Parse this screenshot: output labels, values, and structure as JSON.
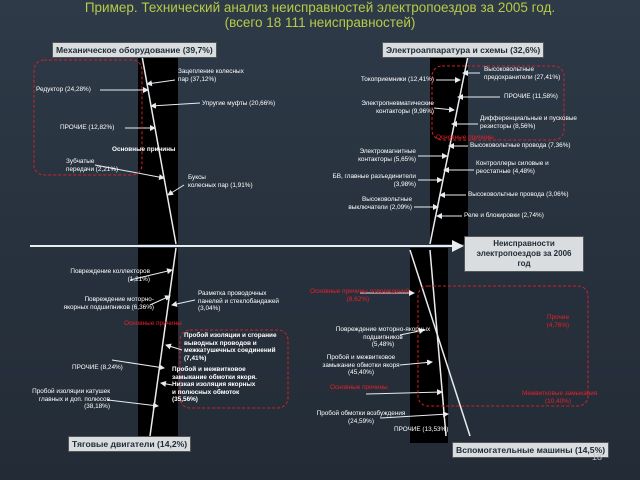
{
  "title_line1": "Пример. Технический анализ неисправностей электропоездов за 2005 год.",
  "title_line2": "(всего 18 111 неисправностей)",
  "effect_label": "Неисправности электропоездов за 2006 год",
  "page_number": "18",
  "categories": {
    "mechanical": "Механическое оборудование (39,7%)",
    "electrical": "Электроаппаратура и схемы (32,6%)",
    "traction": "Тяговые двигатели (14,2%)",
    "auxiliary": "Вспомогательные машины (14,5%)"
  },
  "mechanical_causes": {
    "gear_pairs": "Зацепление колесных\nпар (37,12%)",
    "reducer": "Редуктор (24,28%)",
    "elastic_couplings": "Упругие муфты (20,66%)",
    "other": "ПРОЧИЕ (12,82%)",
    "main_causes": "Основные причины",
    "gear_transmissions": "Зубчатые\nпередачи (2,21%)",
    "axle_boxes": "Буксы\nколесных пар (1,91%)"
  },
  "electrical_causes": {
    "current_collectors": "Токоприемники (12,41%)",
    "hv_fuses": "Высоковольтные\nпредохранители (27,41%)",
    "other": "ПРОЧИЕ (11,58%)",
    "em_contactors": "Электропневматические\nконтакторы (9,96%)",
    "differential_relays": "Дифференциальные и пусковые\nрезисторы (8,56%)",
    "main_causes": "Основные причины",
    "hv_wires": "Высоковольтные провода (7,36%)",
    "elmag_contactors": "Электромагнитные\nконтакторы (5,65%)",
    "controllers": "Контроллеры силовые и\nреостатные (4,48%)",
    "bv_disconnectors": "БВ, главные разъединители\n(3,98%)",
    "hv_wires2": "Высоковольтные провода (3,06%)",
    "hv_switches": "Высоковольтные\nвыключатели (2,09%)",
    "blocking_relays": "Реле и блокировки (2,74%)"
  },
  "traction_causes": {
    "collector_damage": "Повреждение коллекторов\n(1,21%)",
    "bearing_damage": "Повреждение моторно-\nякорных подшипников (6,36%)",
    "wire_marking": "Разметка проводочных\nпанелей и стеклобандажей\n(3,04%)",
    "main_causes": "Основные причины",
    "insulation_burn": "Пробой изоляции и сгорание\nвыводных проводов и\nмежкатушечных соединений\n(7,41%)",
    "other": "ПРОЧИЕ (8,24%)",
    "turn_short": "Пробой и межвитковое\nзамыкание обмотки якоря.\nНизкая изоляция якорных\nи полюсных обмоток\n(35,56%)",
    "pole_coil": "Пробой изоляции катушек\nглавных и доп. полюсов\n(38,18%)"
  },
  "auxiliary_causes": {
    "red_top_left": "Основные причины повреждений\n(8,62%)",
    "red_right_1": "Прочие\n(4,76%)",
    "bearing_damage": "Повреждение моторно-якорных\nподшипников\n(5,48%)",
    "turn_short": "Пробой и межвитковое\nзамыкание обмотки якоря\n(45,40%)",
    "red_left_2": "Основные причины",
    "red_right_2": "Межвитковые замыкания\n(10,40%)",
    "excitation": "Пробой обмотки возбуждения\n(24,59%)",
    "other": "ПРОЧИЕ (13,53%)"
  },
  "colors": {
    "title": "#b8ca46",
    "red_text": "#e8202a",
    "arrows": "#e8ecef",
    "dashed_outline": "#d2202a"
  }
}
